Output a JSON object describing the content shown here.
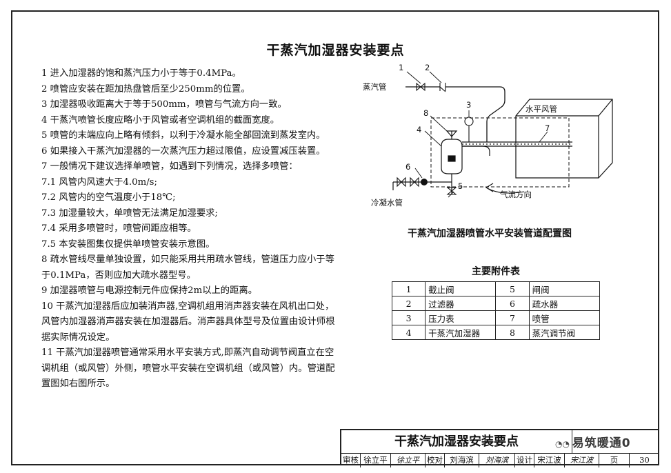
{
  "title": "干蒸汽加湿器安装要点",
  "notes": [
    "1 进入加湿器的饱和蒸汽压力小于等于0.4MPa。",
    "2 喷管应安装在距加热盘管后至少250mm的位置。",
    "3 加湿器吸收距离大于等于500mm，喷管与气流方向一致。",
    "4 干蒸汽喷管长度应略小于风管或者空调机组的截面宽度。",
    "5 喷管的末端应向上略有倾斜，以利于冷凝水能全部回流到蒸发室内。",
    "6 如果接入干蒸汽加湿器的一次蒸汽压力超过限值，应设置减压装置。",
    "7 一般情况下建议选择单喷管，如遇到下列情况，选择多喷管：",
    "7.1 风管内风速大于4.0m/s;",
    "7.2 风管内的空气温度小于18℃;",
    "7.3 加湿量较大，单喷管无法满足加湿要求;",
    "7.4 采用多喷管时，喷管间距应相等。",
    "7.5 本安装图集仅提供单喷管安装示意图。",
    "8 疏水管线尽量单独设置，如只能采用共用疏水管线，管道压力应小于等于0.1MPa，否则应加大疏水器型号。",
    "9 加湿器喷管与电源控制元件应保持2m以上的距离。",
    "10 干蒸汽加湿器后应加装消声器,空调机组用消声器安装在风机出口处，风管内加湿器消声器安装在加湿器后。消声器具体型号及位置由设计师根据实际情况设定。",
    "11 干蒸汽加湿器喷管通常采用水平安装方式,即蒸汽自动调节阀直立在空调机组（或风管）外侧，喷管水平安装在空调机组（或风管）内。管道配置图如右图所示。"
  ],
  "diagram": {
    "labels": {
      "steam_pipe": "蒸汽管",
      "duct": "水平风管",
      "condensate_pipe": "冷凝水管",
      "airflow": "气流方向"
    },
    "callouts": [
      "1",
      "2",
      "3",
      "4",
      "5",
      "6",
      "7",
      "8"
    ],
    "caption": "干蒸汽加湿器喷管水平安装管道配置图"
  },
  "parts_table": {
    "title": "主要附件表",
    "rows": [
      {
        "n1": "1",
        "name1": "截止阀",
        "n2": "5",
        "name2": "闸阀"
      },
      {
        "n1": "2",
        "name1": "过滤器",
        "n2": "6",
        "name2": "疏水器"
      },
      {
        "n1": "3",
        "name1": "压力表",
        "n2": "7",
        "name2": "喷管"
      },
      {
        "n1": "4",
        "name1": "干蒸汽加湿器",
        "n2": "8",
        "name2": "蒸汽调节阀"
      }
    ]
  },
  "title_block": {
    "title": "干蒸汽加湿器安装要点",
    "review_label": "审核",
    "review_name": "徐立平",
    "review_sig": "徐立平",
    "check_label": "校对",
    "check_name": "刘海滨",
    "check_sig": "刘海滨",
    "design_label": "设计",
    "design_name": "宋江波",
    "design_sig": "宋江波",
    "page_label": "页",
    "page_number": "30"
  },
  "watermark": {
    "text": "易筑暖通",
    "suffix": "0"
  }
}
